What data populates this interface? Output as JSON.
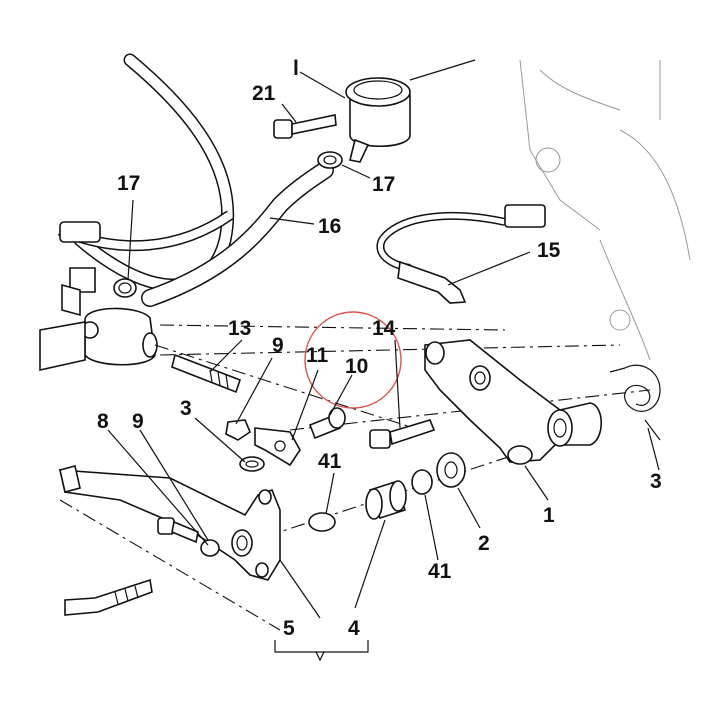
{
  "diagram": {
    "callouts": [
      {
        "id": "l",
        "text": "l"
      },
      {
        "id": "21",
        "text": "21"
      },
      {
        "id": "17a",
        "text": "17"
      },
      {
        "id": "17b",
        "text": "17"
      },
      {
        "id": "16",
        "text": "16"
      },
      {
        "id": "15",
        "text": "15"
      },
      {
        "id": "13",
        "text": "13"
      },
      {
        "id": "14",
        "text": "14"
      },
      {
        "id": "9a",
        "text": "9"
      },
      {
        "id": "11",
        "text": "11"
      },
      {
        "id": "10",
        "text": "10"
      },
      {
        "id": "3a",
        "text": "3"
      },
      {
        "id": "3b",
        "text": "3"
      },
      {
        "id": "8",
        "text": "8"
      },
      {
        "id": "9b",
        "text": "9"
      },
      {
        "id": "41a",
        "text": "41"
      },
      {
        "id": "41b",
        "text": "41"
      },
      {
        "id": "1",
        "text": "1"
      },
      {
        "id": "2",
        "text": "2"
      },
      {
        "id": "4",
        "text": "4"
      },
      {
        "id": "5",
        "text": "5"
      }
    ],
    "highlight": {
      "shape": "circle",
      "color": "#d9534f"
    }
  }
}
